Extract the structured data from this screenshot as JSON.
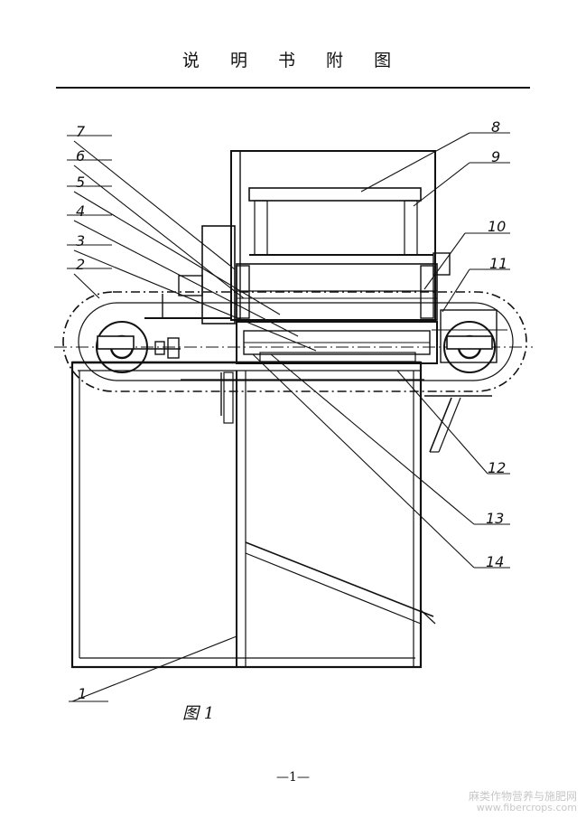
{
  "header": {
    "title": "说 明 书 附 图"
  },
  "figure": {
    "caption": "图 1",
    "labels": [
      "1",
      "2",
      "3",
      "4",
      "5",
      "6",
      "7",
      "8",
      "9",
      "10",
      "11",
      "12",
      "13",
      "14"
    ]
  },
  "footer": {
    "page_number": "—1—"
  },
  "watermark": {
    "line1": "麻类作物营养与施肥网",
    "line2": "www.fibercrops.com"
  }
}
